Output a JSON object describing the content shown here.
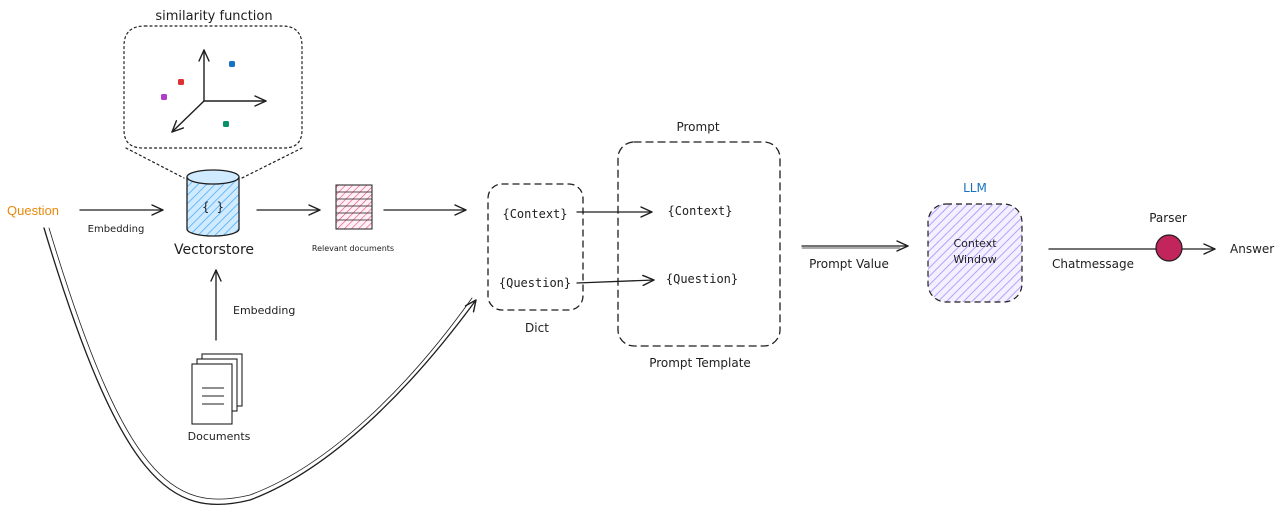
{
  "nodes": {
    "question": "Question",
    "embedding_1": "Embedding",
    "embedding_2": "Embedding",
    "similarity_function": "similarity function",
    "vectorstore_icon": "{ }",
    "vectorstore": "Vectorstore",
    "relevant_documents": "Relevant documents",
    "documents": "Documents",
    "dict_label": "Dict",
    "dict_context": "{Context}",
    "dict_question": "{Question}",
    "prompt_title": "Prompt",
    "prompt_context": "{Context}",
    "prompt_question": "{Question}",
    "prompt_template": "Prompt Template",
    "prompt_value": "Prompt Value",
    "llm_label": "LLM",
    "context_window_line1": "Context",
    "context_window_line2": "Window",
    "chatmessage": "Chatmessage",
    "parser": "Parser",
    "answer": "Answer"
  },
  "colors": {
    "question": "#e8890c",
    "llm_label": "#1971c2",
    "vectorstore_fill": "#a5d8ff",
    "relevant_docs_hatch": "#c2255c",
    "llm_fill": "#d0bfff",
    "parser_dot": "#c2255c",
    "point_red": "#e03131",
    "point_blue": "#1971c2",
    "point_purple": "#ae3ec9",
    "point_green": "#099268"
  }
}
